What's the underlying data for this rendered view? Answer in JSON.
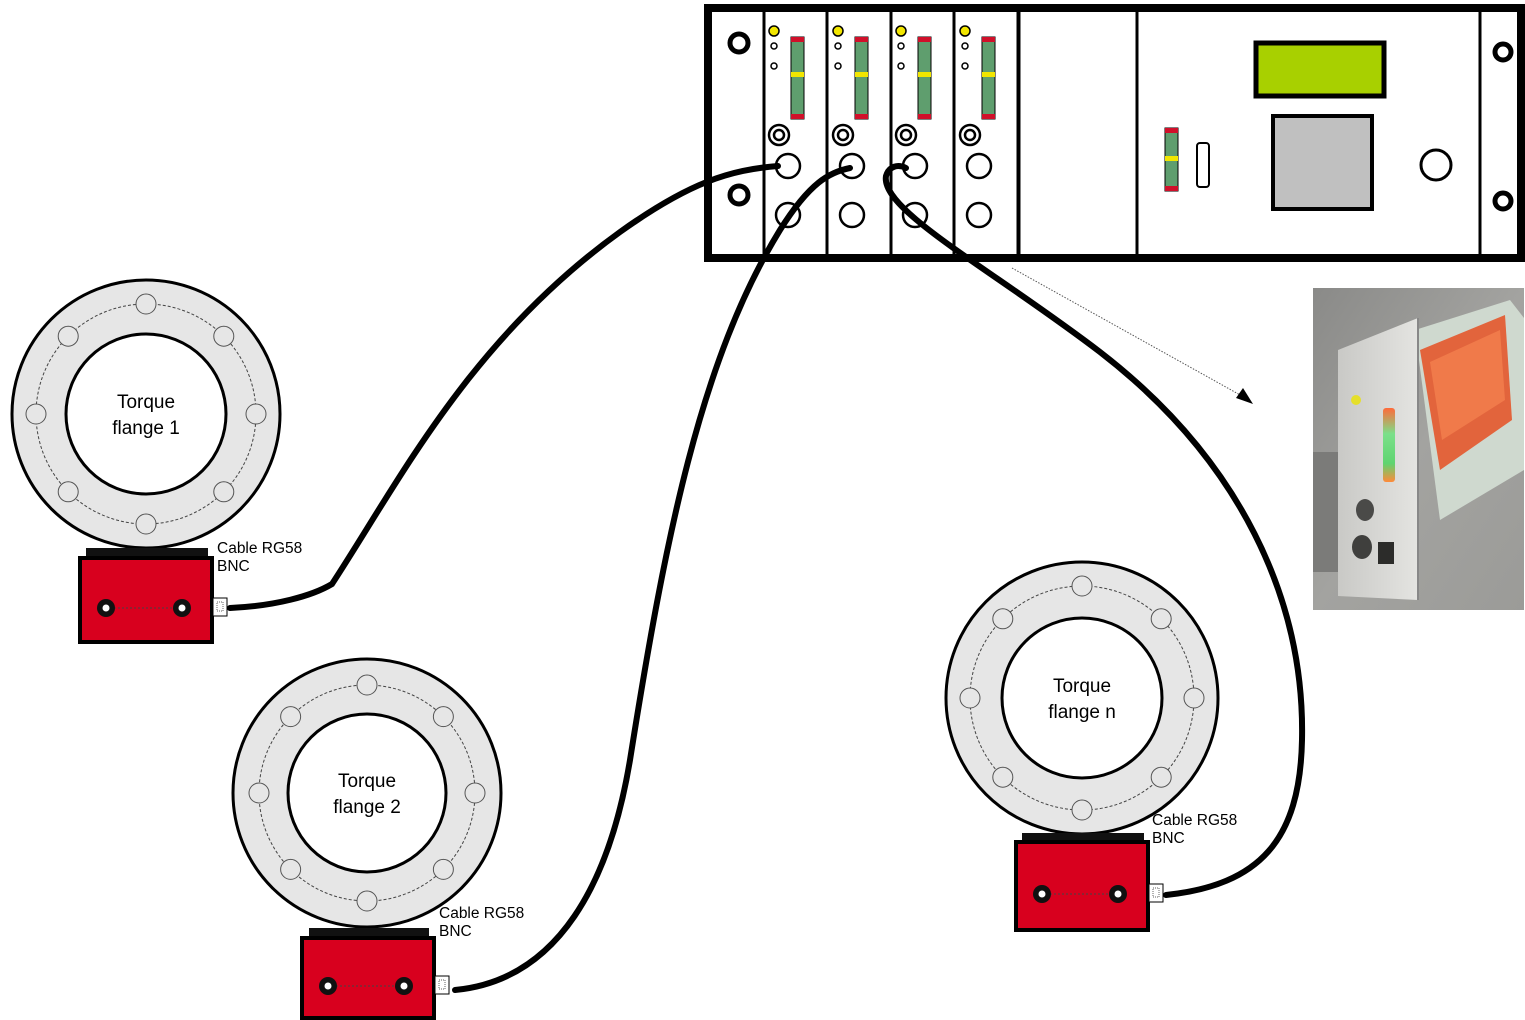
{
  "flanges": [
    {
      "label_line1": "Torque",
      "label_line2": "flange 1",
      "cable_line1": "Cable RG58",
      "cable_line2": "BNC"
    },
    {
      "label_line1": "Torque",
      "label_line2": "flange 2",
      "cable_line1": "Cable RG58",
      "cable_line2": "BNC"
    },
    {
      "label_line1": "Torque",
      "label_line2": "flange n",
      "cable_line1": "Cable RG58",
      "cable_line2": "BNC"
    }
  ],
  "rack": {
    "amplifier_modules": 4,
    "display_color": "#a8d000",
    "module_bar_color": "#5f9e6e",
    "bar_end_color": "#d0102a",
    "bar_marker_color": "#f2e600",
    "led_color": "#f2e600"
  },
  "colors": {
    "connector_red": "#d8001e",
    "flange_ring": "#e6e6e6",
    "cable": "#000000"
  }
}
